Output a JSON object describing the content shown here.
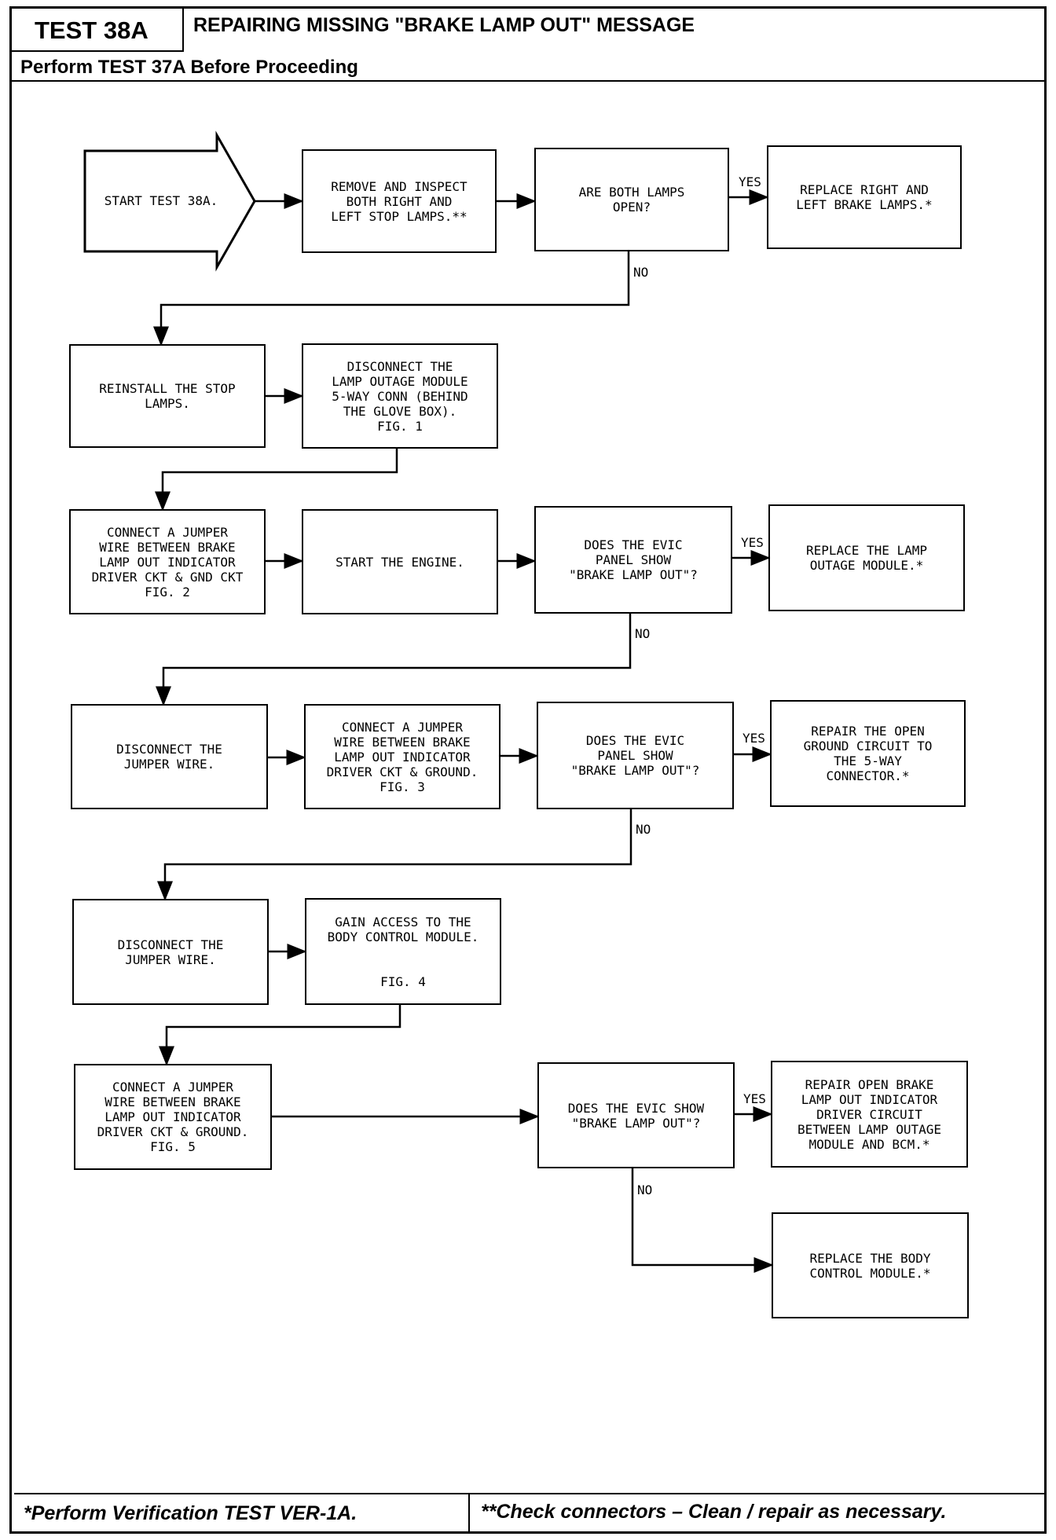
{
  "header": {
    "test_id": "TEST 38A",
    "title": "REPAIRING MISSING \"BRAKE LAMP OUT\" MESSAGE",
    "subtitle": "Perform TEST 37A Before Proceeding"
  },
  "flowchart": {
    "start": "START TEST 38A.",
    "remove_inspect": "REMOVE AND INSPECT\nBOTH RIGHT AND\nLEFT STOP LAMPS.**",
    "q_lamps_open": "ARE BOTH LAMPS\nOPEN?",
    "replace_lamps": "REPLACE RIGHT AND\nLEFT BRAKE LAMPS.*",
    "reinstall": "REINSTALL THE STOP\nLAMPS.",
    "disconnect_module": "DISCONNECT THE\nLAMP OUTAGE MODULE\n5-WAY CONN (BEHIND\nTHE GLOVE BOX).\nFIG. 1",
    "jumper_gnd_ckt": "CONNECT A JUMPER\nWIRE BETWEEN BRAKE\nLAMP OUT INDICATOR\nDRIVER CKT & GND CKT\nFIG. 2",
    "start_engine": "START THE ENGINE.",
    "q_evic_1": "DOES THE EVIC\nPANEL SHOW\n\"BRAKE LAMP OUT\"?",
    "replace_module": "REPLACE THE LAMP\nOUTAGE MODULE.*",
    "disconnect_jumper_1": "DISCONNECT THE\nJUMPER WIRE.",
    "jumper_ground_fig3": "CONNECT A JUMPER\nWIRE BETWEEN BRAKE\nLAMP OUT INDICATOR\nDRIVER CKT & GROUND.\nFIG. 3",
    "q_evic_2": "DOES THE EVIC\nPANEL SHOW\n\"BRAKE LAMP OUT\"?",
    "repair_ground": "REPAIR THE OPEN\nGROUND CIRCUIT TO\nTHE 5-WAY\nCONNECTOR.*",
    "disconnect_jumper_2": "DISCONNECT THE\nJUMPER WIRE.",
    "gain_access": "GAIN ACCESS TO THE\nBODY CONTROL MODULE.\n\n\nFIG. 4",
    "jumper_ground_fig5": "CONNECT A JUMPER\nWIRE BETWEEN BRAKE\nLAMP OUT INDICATOR\nDRIVER CKT & GROUND.\nFIG. 5",
    "q_evic_3": "DOES THE EVIC SHOW\n\"BRAKE LAMP OUT\"?",
    "repair_driver": "REPAIR OPEN BRAKE\nLAMP OUT INDICATOR\nDRIVER CIRCUIT\nBETWEEN LAMP OUTAGE\nMODULE AND BCM.*",
    "replace_bcm": "REPLACE THE BODY\nCONTROL MODULE.*"
  },
  "branch_labels": {
    "yes": "YES",
    "no": "NO"
  },
  "footer": {
    "left": "*Perform Verification TEST VER-1A.",
    "right": "**Check connectors – Clean / repair as necessary."
  }
}
